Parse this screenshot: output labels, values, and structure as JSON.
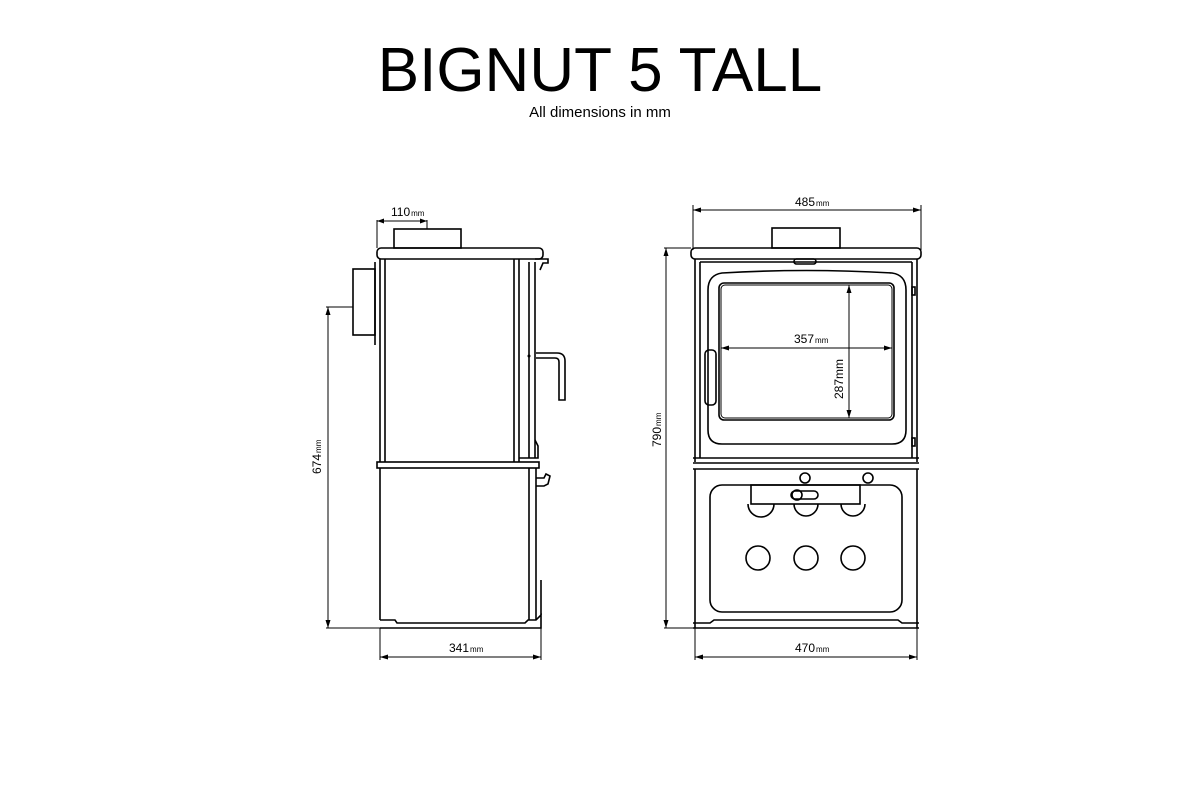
{
  "header": {
    "title": "BIGNUT 5 TALL",
    "subtitle": "All dimensions in mm"
  },
  "side_view": {
    "flue_offset": {
      "value": "110",
      "unit": "mm"
    },
    "flue_height": {
      "value": "674",
      "unit": "mm"
    },
    "depth": {
      "value": "341",
      "unit": "mm"
    }
  },
  "front_view": {
    "top_width": {
      "value": "485",
      "unit": "mm"
    },
    "total_height": {
      "value": "790",
      "unit": "mm"
    },
    "glass_width": {
      "value": "357",
      "unit": "mm"
    },
    "glass_height": {
      "value": "287mm",
      "unit": ""
    },
    "base_width": {
      "value": "470",
      "unit": "mm"
    },
    "air_vents": {
      "rows": 2,
      "columns": 3
    }
  },
  "colors": {
    "background": "#ffffff",
    "line": "#000000"
  }
}
